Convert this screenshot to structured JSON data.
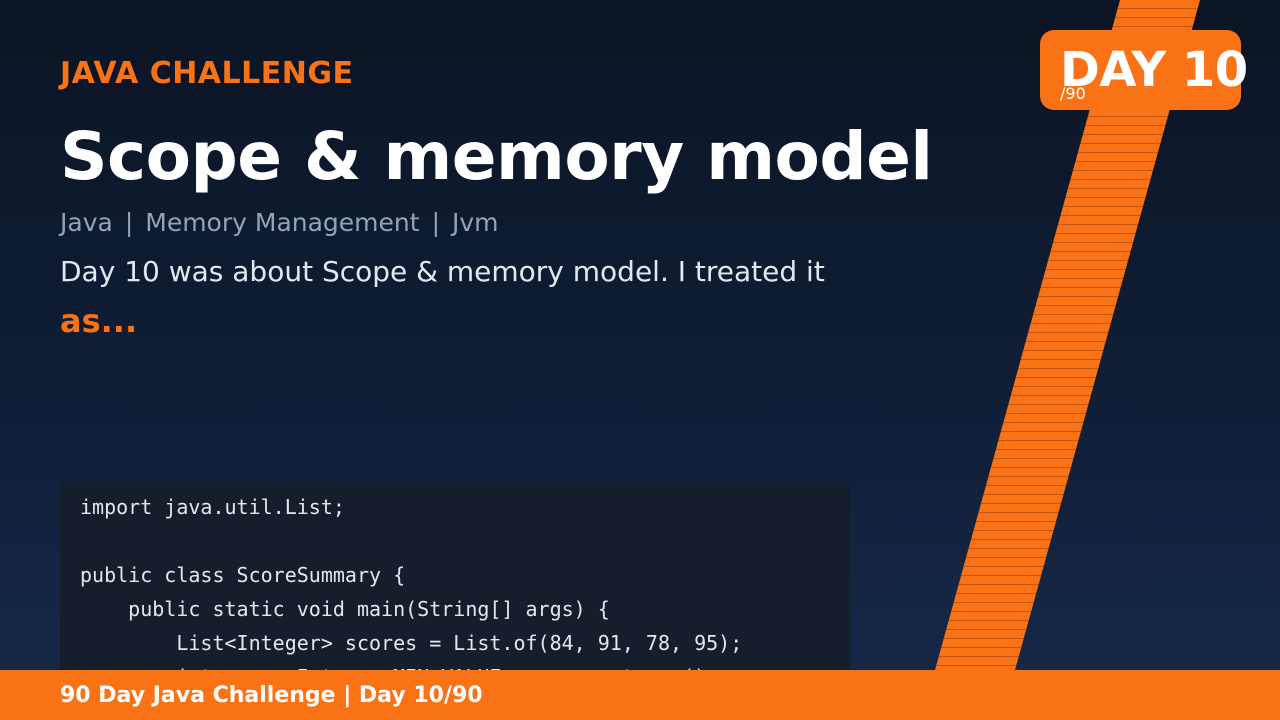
{
  "eyebrow": "JAVA CHALLENGE",
  "title": "Scope & memory model",
  "tags": [
    "Java",
    "Memory Management",
    "Jvm"
  ],
  "description": "Day 10 was about Scope & memory model. I treated it",
  "description_more": "as...",
  "code_lines": [
    "import java.util.List;",
    "",
    "public class ScoreSummary {",
    "    public static void main(String[] args) {",
    "        List<Integer> scores = List.of(84, 91, 78, 95);",
    "        int max = Integer.MIN_VALUE; scores.stream()"
  ],
  "badge": {
    "label": "DAY 10",
    "total": "/90"
  },
  "footer": "90 Day Java Challenge  |  Day 10/90",
  "colors": {
    "accent": "#f97316",
    "background_top": "#0b1424",
    "background_bottom": "#17294a",
    "code_background": "#161d2b",
    "tag_text": "#94a3b8"
  }
}
